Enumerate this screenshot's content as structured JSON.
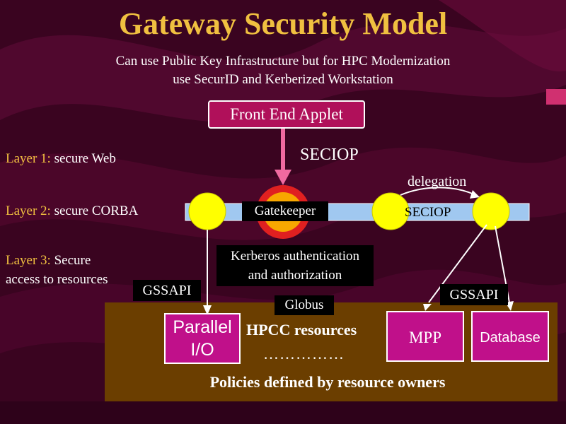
{
  "title": "Gateway Security Model",
  "subtitle": {
    "line1": "Can use Public Key Infrastructure but for HPC Modernization",
    "line2": "use SecurID and Kerberized Workstation"
  },
  "front_end": "Front End Applet",
  "seciop_top": "SECIOP",
  "delegation": "delegation",
  "layers": [
    {
      "name": "Layer 1:",
      "desc": " secure Web"
    },
    {
      "name": "Layer 2:",
      "desc": " secure CORBA"
    },
    {
      "name": "Layer 3:",
      "desc": " Secure",
      "desc2": "access to resources"
    }
  ],
  "gatekeeper": "Gatekeeper",
  "seciop_bar": "SECIOP",
  "kerberos": {
    "line1": "Kerberos authentication",
    "line2": "and authorization"
  },
  "gssapi_left": "GSSAPI",
  "gssapi_right": "GSSAPI",
  "globus": "Globus",
  "parallel_io": {
    "line1": "Parallel",
    "line2": "I/O"
  },
  "hpcc": "HPCC resources",
  "dots": "……………",
  "mpp": "MPP",
  "database": "Database",
  "policies": "Policies defined by resource owners",
  "colors": {
    "background": "#3a0420",
    "title": "#f0c040",
    "pink_box": "#c0108a",
    "brown_panel": "#6b3e00",
    "bus": "#a0c8f0",
    "node": "#ffff00",
    "arrow": "#f06aa0"
  }
}
